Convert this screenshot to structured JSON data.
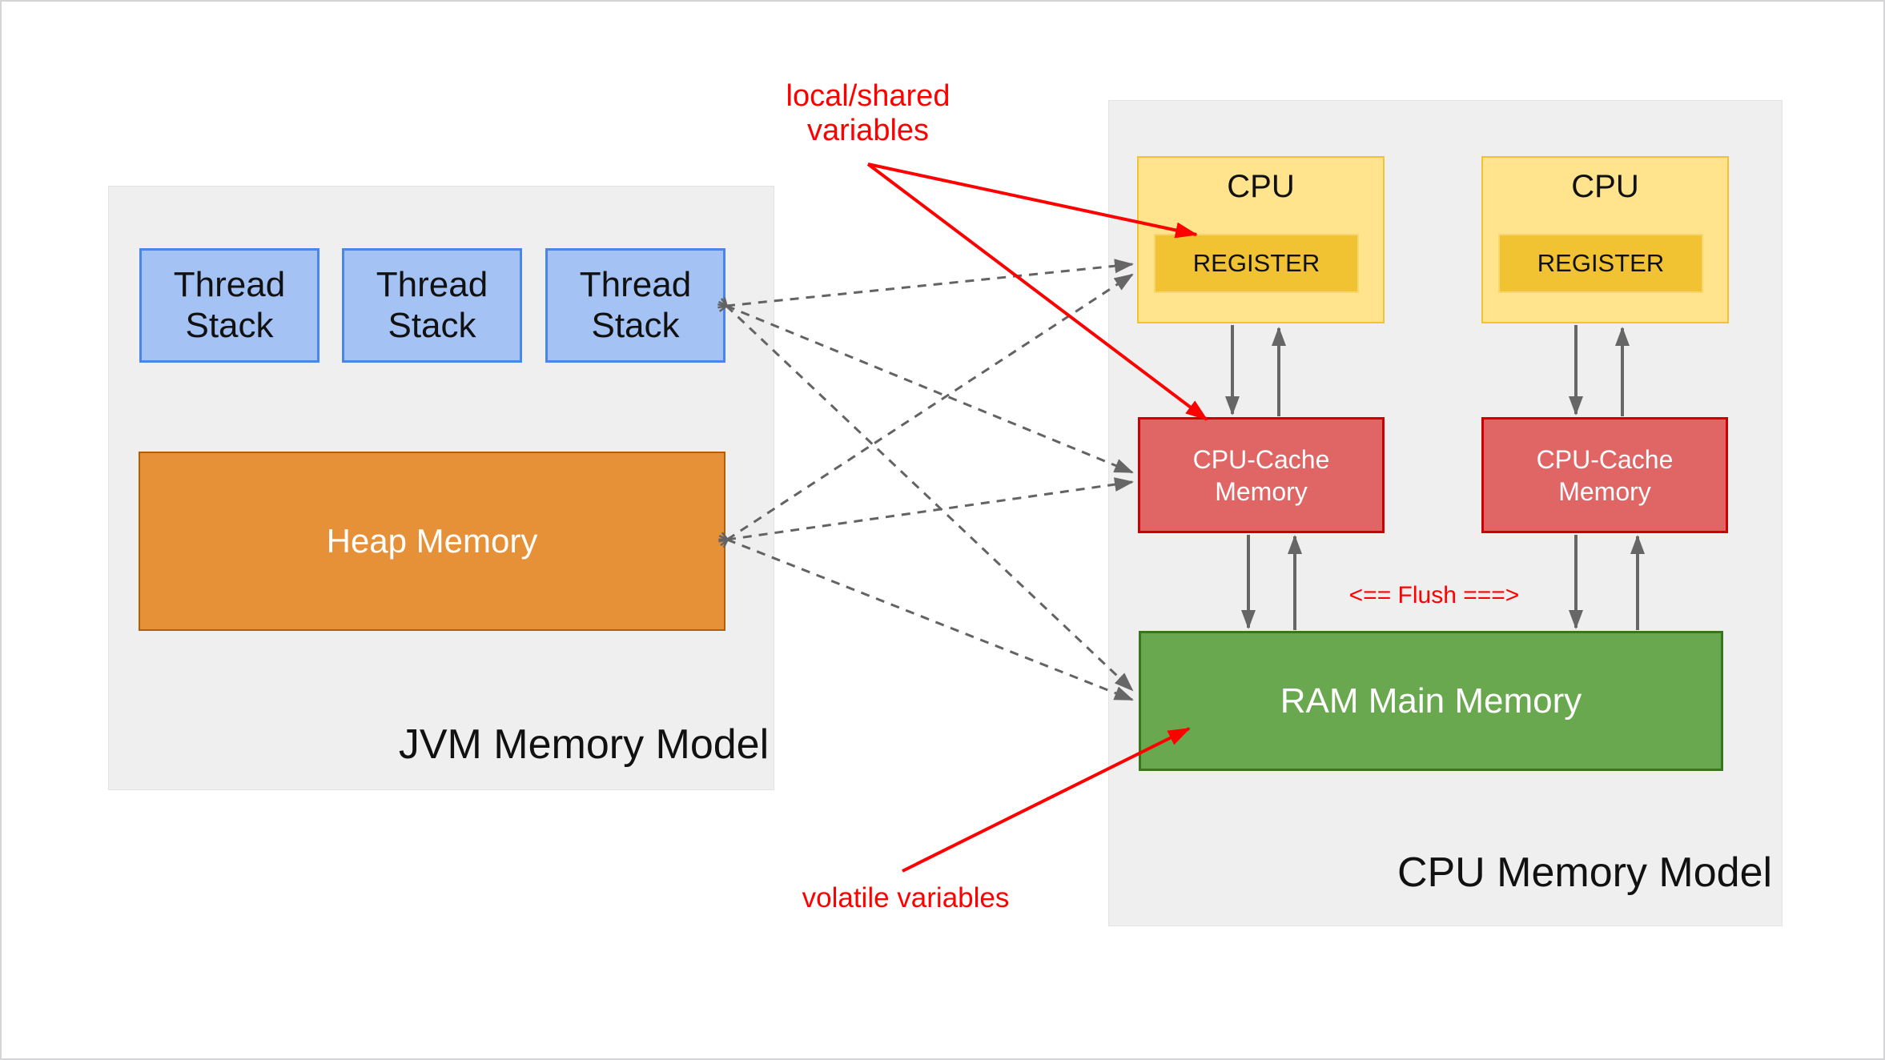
{
  "jvm_panel": {
    "title": "JVM Memory Model",
    "thread_stacks": [
      {
        "label": "Thread\nStack"
      },
      {
        "label": "Thread\nStack"
      },
      {
        "label": "Thread\nStack"
      }
    ],
    "heap": {
      "label": "Heap Memory"
    }
  },
  "cpu_panel": {
    "title": "CPU Memory Model",
    "cpus": [
      {
        "label": "CPU",
        "register_label": "REGISTER"
      },
      {
        "label": "CPU",
        "register_label": "REGISTER"
      }
    ],
    "caches": [
      {
        "label": "CPU-Cache\nMemory"
      },
      {
        "label": "CPU-Cache\nMemory"
      }
    ],
    "ram": {
      "label": "RAM Main Memory"
    },
    "flush_label": "<== Flush ===>"
  },
  "annotations": {
    "local_shared": "local/shared\nvariables",
    "volatile": "volatile variables"
  },
  "colors": {
    "panel_bg": "#efefef",
    "thread_fill": "#a4c2f4",
    "thread_border": "#4a86e8",
    "heap_fill": "#e69138",
    "heap_border": "#b45f06",
    "cpu_fill": "#ffe48d",
    "cpu_border": "#f1c232",
    "register_fill": "#f1c232",
    "cache_fill": "#e06666",
    "cache_border": "#cc0000",
    "ram_fill": "#6aa84f",
    "ram_border": "#38761d",
    "arrow_gray": "#636363",
    "annotation_red": "#ff0000"
  }
}
